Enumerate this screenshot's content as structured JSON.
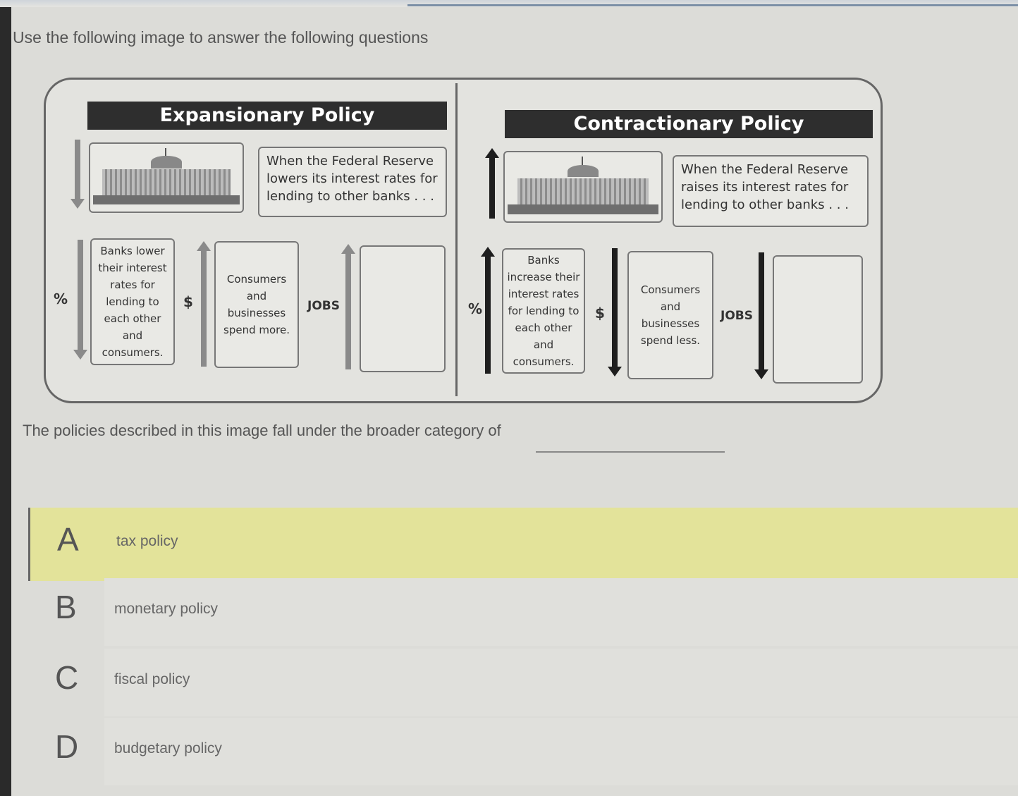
{
  "prompt": "Use the following image to answer the following questions",
  "diagram": {
    "expansionary": {
      "title": "Expansionary Policy",
      "fed_text": "When the Federal Reserve lowers its interest rates for lending to other banks . . .",
      "percent": "%",
      "banks_text": "Banks lower their interest rates for lending to each other and consumers.",
      "dollar": "$",
      "spend_text": "Consumers and businesses spend more.",
      "jobs": "JOBS"
    },
    "contractionary": {
      "title": "Contractionary Policy",
      "fed_text": "When the Federal Reserve raises its interest rates for lending to other banks . . .",
      "percent": "%",
      "banks_text": "Banks increase their interest rates for lending to each other and consumers.",
      "dollar": "$",
      "spend_text": "Consumers and businesses spend less.",
      "jobs": "JOBS"
    }
  },
  "question": "The policies described in this image fall under the broader category of",
  "options": [
    {
      "letter": "A",
      "text": "tax policy",
      "selected": true
    },
    {
      "letter": "B",
      "text": "monetary policy",
      "selected": false
    },
    {
      "letter": "C",
      "text": "fiscal policy",
      "selected": false
    },
    {
      "letter": "D",
      "text": "budgetary policy",
      "selected": false
    }
  ],
  "colors": {
    "selected_highlight": "#e3e39a",
    "header_bg": "#2e2e2e"
  }
}
